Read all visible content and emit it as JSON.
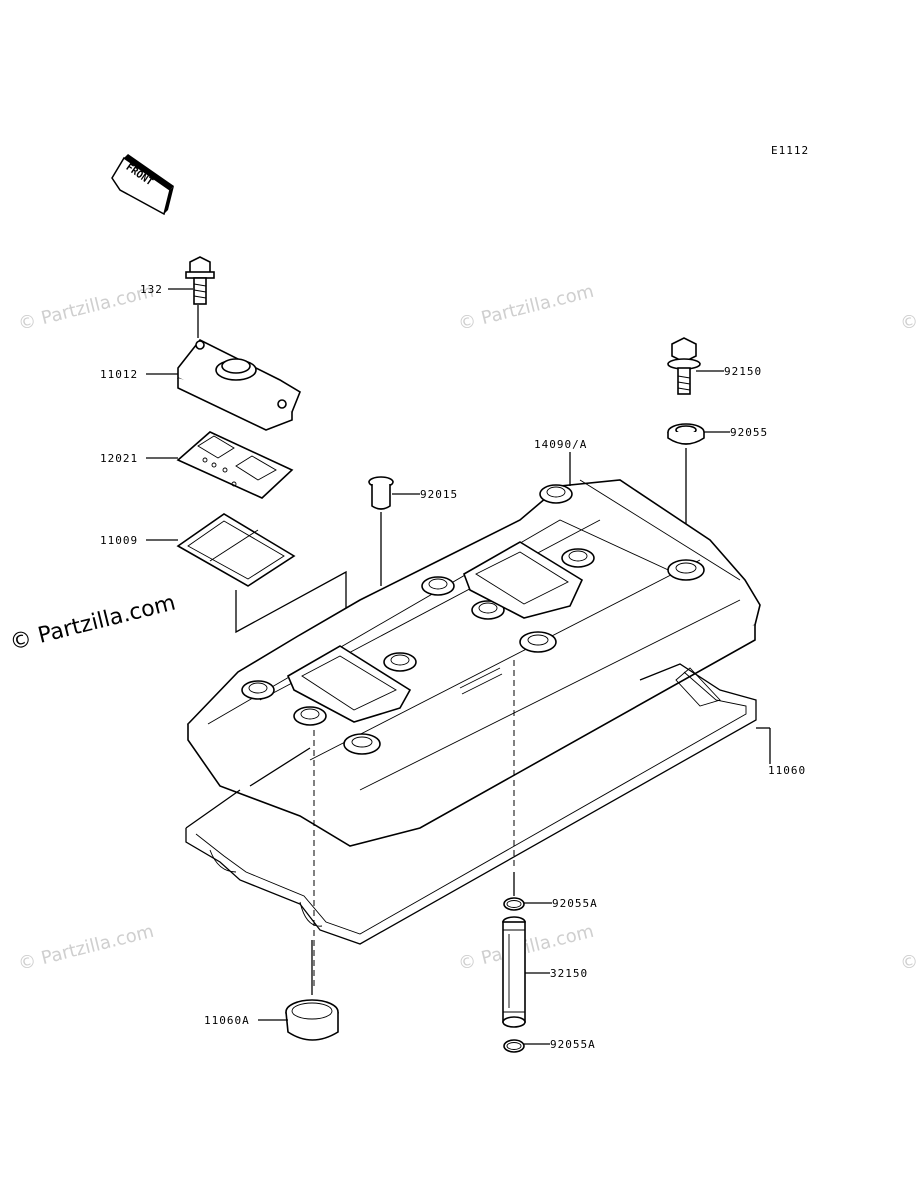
{
  "diagram_code": "E1112",
  "front_arrow_label": "FRONT",
  "watermarks": [
    "© Partzilla.com",
    "© Partzilla.com",
    "© Partzilla.com",
    "© Partzilla.com",
    "© Partzilla.com",
    "© Partzilla.com",
    "© Partzilla.com"
  ],
  "part_labels": {
    "p132": "132",
    "p11012": "11012",
    "p12021": "12021",
    "p11009": "11009",
    "p92015": "92015",
    "p14090A": "14090/A",
    "p92150": "92150",
    "p92055": "92055",
    "p11060": "11060",
    "p92055A_top": "92055A",
    "p32150": "32150",
    "p92055A_bottom": "92055A",
    "p11060A": "11060A"
  }
}
